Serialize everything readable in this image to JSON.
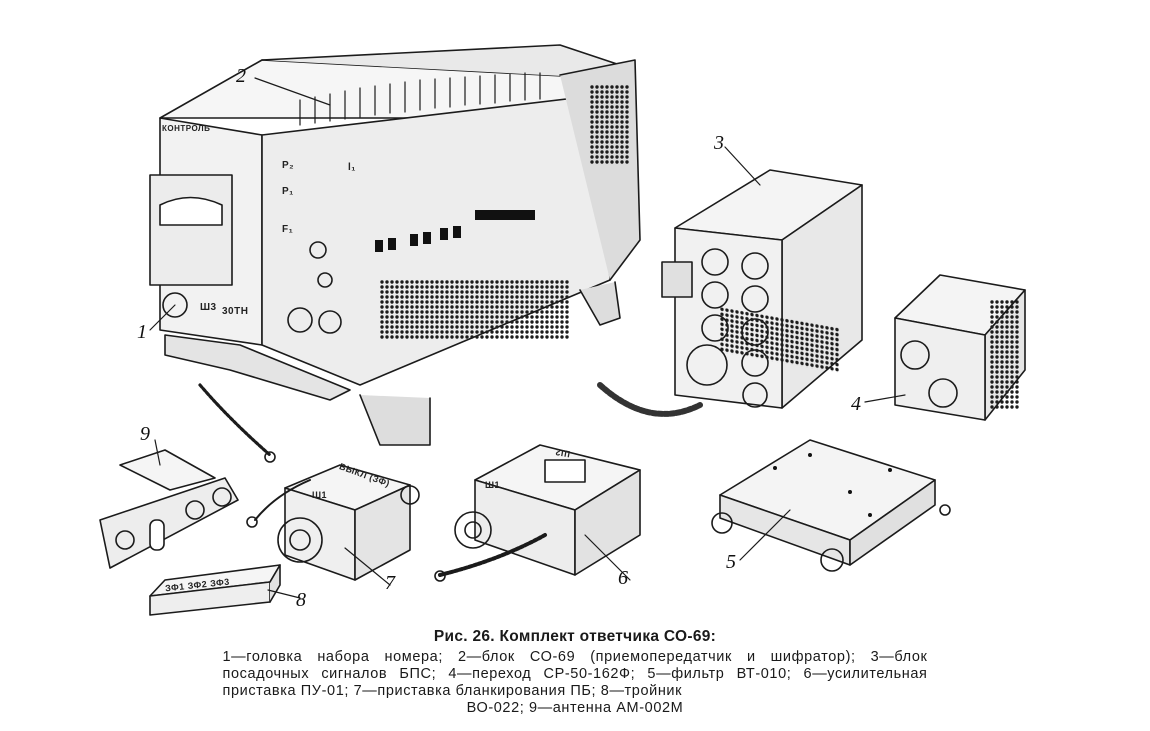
{
  "figure": {
    "labels": {
      "n1": "1",
      "n2": "2",
      "n3": "3",
      "n4": "4",
      "n5": "5",
      "n6": "6",
      "n7": "7",
      "n8": "8",
      "n9": "9"
    },
    "stamps": {
      "kontrol": "КОНТРОЛЬ",
      "sh3": "Ш3",
      "zotn": "30ТН",
      "p2": "Р₂",
      "p1": "Р₁",
      "f1": "F₁",
      "l1": "l₁",
      "i1": "Ш1",
      "vykl": "ВЫКЛ (ЗФ)",
      "sh1_6": "Ш1",
      "sh2_6": "Ш2",
      "ip": "ЗФ1  ЗФ2  ЗФ3"
    }
  },
  "caption": {
    "title": "Рис. 26. Комплект ответчика СО-69:",
    "line1": "1—головка набора номера; 2—блок СО-69 (приемопередатчик и шифратор); 3—блок посадочных сигналов БПС; 4—переход СР-50-162Ф; 5—фильтр ВТ-010; 6—усилительная приставка ПУ-01; 7—приставка бланкирования ПБ; 8—тройник",
    "line2": "ВО-022; 9—антенна АМ-002М"
  }
}
